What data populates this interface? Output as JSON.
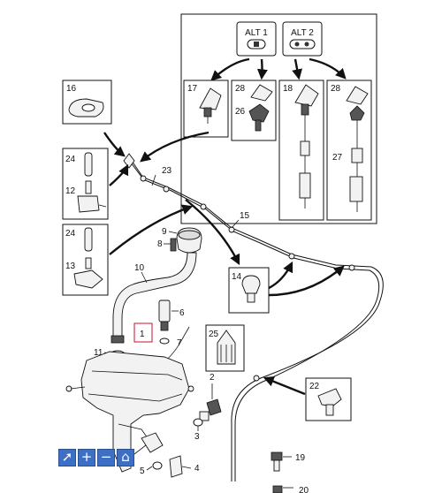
{
  "options": {
    "alt1": "ALT 1",
    "alt2": "ALT 2"
  },
  "labels": {
    "p1": "1",
    "p2": "2",
    "p3": "3",
    "p4": "4",
    "p5": "5",
    "p6": "6",
    "p7": "7",
    "p8": "8",
    "p9": "9",
    "p10": "10",
    "p11": "11",
    "p12": "12",
    "p13": "13",
    "p14": "14",
    "p15": "15",
    "p16": "16",
    "p17": "17",
    "p18": "18",
    "p19": "19",
    "p20": "20",
    "p22": "22",
    "p23": "23",
    "p24a": "24",
    "p24b": "24",
    "p25": "25",
    "p26": "26",
    "p27": "27",
    "p28a": "28",
    "p28b": "28"
  },
  "toolbar": [
    {
      "name": "select-tool-button",
      "icon": "pointer-icon",
      "glyph": "➚"
    },
    {
      "name": "zoom-in-button",
      "icon": "plus-icon",
      "glyph": "+"
    },
    {
      "name": "zoom-out-button",
      "icon": "minus-icon",
      "glyph": "−"
    },
    {
      "name": "home-button",
      "icon": "home-icon",
      "glyph": "⌂"
    }
  ],
  "colors": {
    "highlight": "#c4122f",
    "toolbar": "#3d6fc4"
  }
}
